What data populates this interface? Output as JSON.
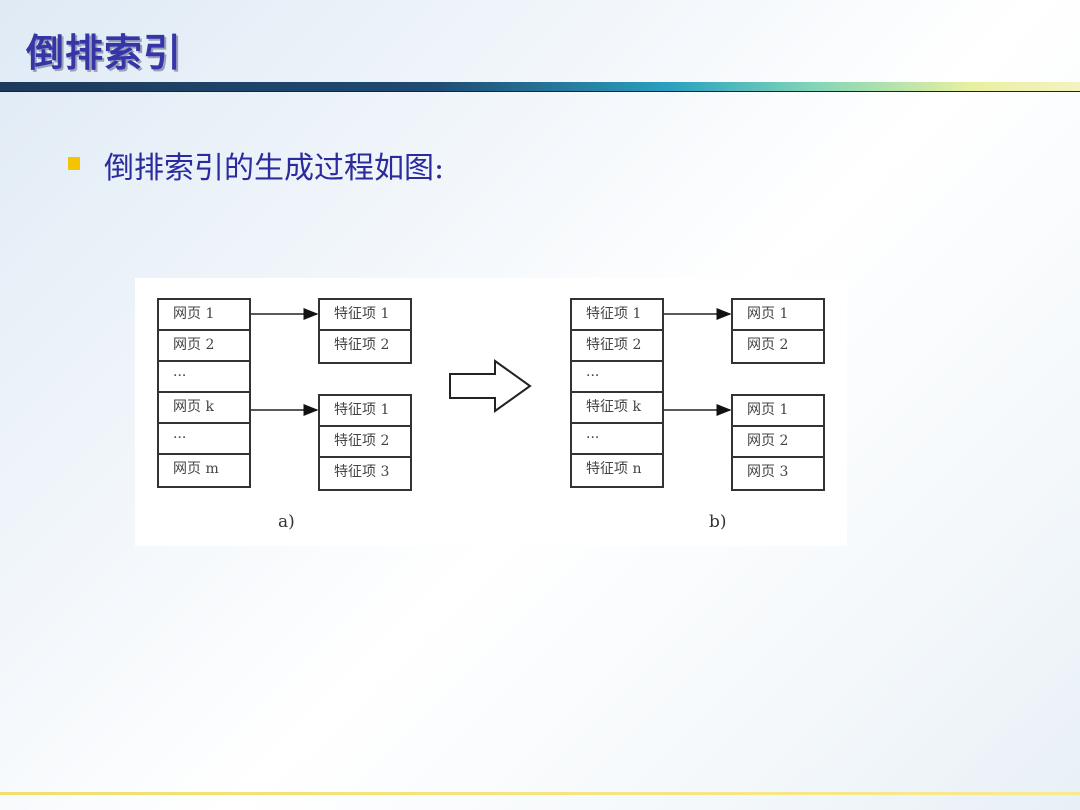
{
  "slide": {
    "title": "倒排索引",
    "bullet": "倒排索引的生成过程如图:"
  },
  "diagram": {
    "a": {
      "caption": "a)",
      "main": [
        "网页 1",
        "网页 2",
        "···",
        "网页 k",
        "···",
        "网页 m"
      ],
      "list1": [
        "特征项 1",
        "特征项 2"
      ],
      "list2": [
        "特征项 1",
        "特征项 2",
        "特征项 3"
      ]
    },
    "b": {
      "caption": "b)",
      "main": [
        "特征项 1",
        "特征项 2",
        "···",
        "特征项 k",
        "···",
        "特征项 n"
      ],
      "list1": [
        "网页 1",
        "网页 2"
      ],
      "list2": [
        "网页 1",
        "网页 2",
        "网页 3"
      ]
    }
  }
}
